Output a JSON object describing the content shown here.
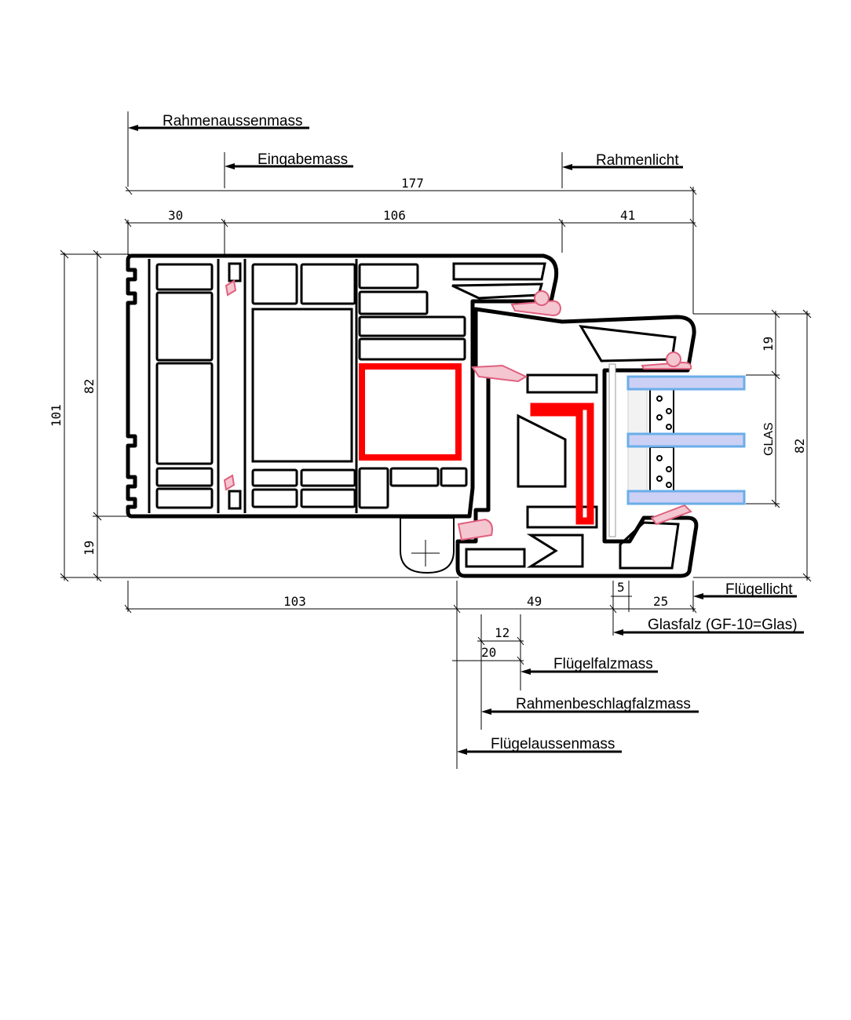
{
  "labels": {
    "rahmenaussenmass": "Rahmenaussenmass",
    "eingabemass": "Eingabemass",
    "rahmenlicht": "Rahmenlicht",
    "fluegellicht": "Flügellicht",
    "glasfalz": "Glasfalz (GF-10=Glas)",
    "fluegelfalzmass": "Flügelfalzmass",
    "rahmenbeschlagfalzmass": "Rahmenbeschlagfalzmass",
    "fluegelaussenmass": "Flügelaussenmass",
    "glas": "GLAS"
  },
  "dimensions": {
    "total_width": "177",
    "frame_left": "30",
    "frame_middle": "106",
    "frame_right": "41",
    "bottom_left": "103",
    "sash_width": "49",
    "glass_gap": "5",
    "glass_rebate": "25",
    "sash_rebate_12": "12",
    "sash_rebate_20": "20",
    "total_height": "101",
    "frame_height": "82",
    "bottom_height": "19",
    "glass_top": "19",
    "glass_height": "82"
  },
  "colors": {
    "reinforcement": "#ff0000",
    "seal": "#f4c6d0",
    "glass_fill": "#ccd0f5",
    "glass_edge": "#6aaee8"
  }
}
